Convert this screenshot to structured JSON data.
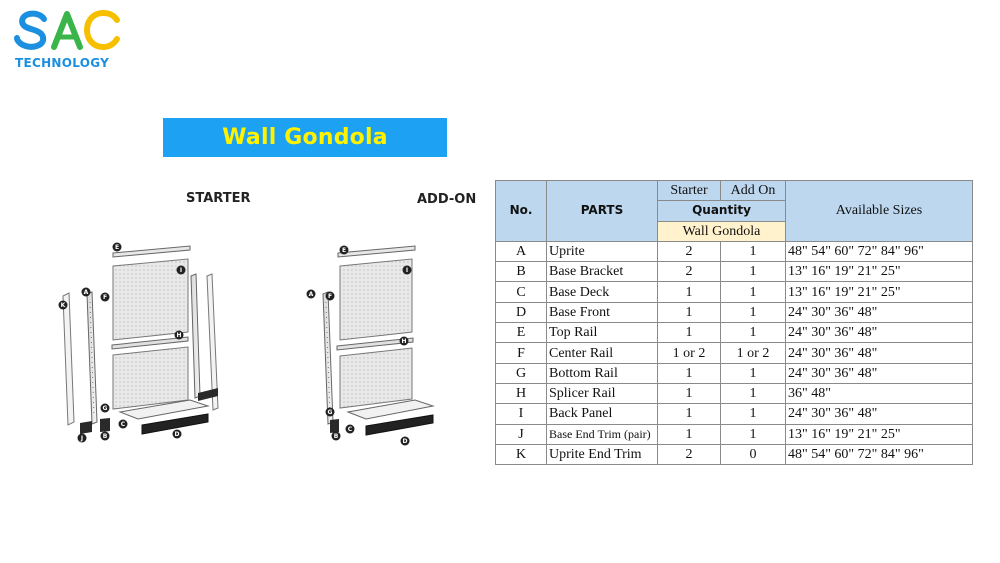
{
  "brand": {
    "logo_text": "SAC",
    "sub_text": "TECHNOLOGY",
    "colors": {
      "s": "#1b8fe0",
      "a": "#39b54a",
      "c": "#f6c000",
      "sub": "#1b8fe0"
    }
  },
  "title": "Wall Gondola",
  "sections": {
    "starter": "STARTER",
    "addon": "ADD-ON"
  },
  "diagram_letters": [
    "A",
    "B",
    "C",
    "D",
    "E",
    "F",
    "G",
    "H",
    "I",
    "J",
    "K"
  ],
  "table": {
    "headers": {
      "no": "No.",
      "parts": "PARTS",
      "starter": "Starter",
      "addon": "Add  On",
      "quantity": "Quantity",
      "wall_gondola": "Wall Gondola",
      "sizes": "Available Sizes"
    },
    "rows": [
      {
        "no": "A",
        "part": "Uprite",
        "starter": "2",
        "addon": "1",
        "sizes": "48\" 54\" 60\" 72\" 84\" 96\""
      },
      {
        "no": "B",
        "part": "Base Bracket",
        "starter": "2",
        "addon": "1",
        "sizes": "13\" 16\" 19\" 21\" 25\""
      },
      {
        "no": "C",
        "part": "Base Deck",
        "starter": "1",
        "addon": "1",
        "sizes": "13\" 16\" 19\" 21\" 25\""
      },
      {
        "no": "D",
        "part": "Base Front",
        "starter": "1",
        "addon": "1",
        "sizes": "24\" 30\" 36\" 48\""
      },
      {
        "no": "E",
        "part": "Top Rail",
        "starter": "1",
        "addon": "1",
        "sizes": "24\" 30\" 36\" 48\""
      },
      {
        "no": "F",
        "part": "Center Rail",
        "starter": "1 or 2",
        "addon": "1 or 2",
        "sizes": "24\" 30\" 36\" 48\""
      },
      {
        "no": "G",
        "part": "Bottom Rail",
        "starter": "1",
        "addon": "1",
        "sizes": "24\" 30\" 36\" 48\""
      },
      {
        "no": "H",
        "part": "Splicer Rail",
        "starter": "1",
        "addon": "1",
        "sizes": "36\" 48\""
      },
      {
        "no": "I",
        "part": "Back Panel",
        "starter": "1",
        "addon": "1",
        "sizes": "24\" 30\" 36\" 48\""
      },
      {
        "no": "J",
        "part": "Base End Trim (pair)",
        "starter": "1",
        "addon": "1",
        "sizes": "13\" 16\" 19\" 21\" 25\""
      },
      {
        "no": "K",
        "part": "Uprite End Trim",
        "starter": "2",
        "addon": "0",
        "sizes": "48\" 54\" 60\" 72\" 84\" 96\""
      }
    ]
  }
}
